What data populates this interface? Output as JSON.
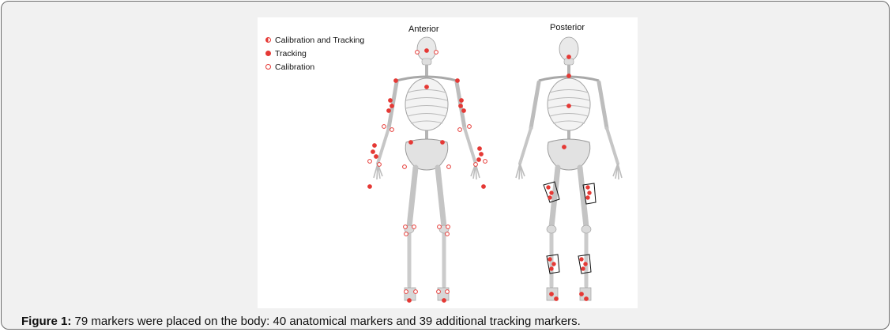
{
  "figure": {
    "panel_left_title": "Anterior",
    "panel_right_title": "Posterior",
    "legend": [
      {
        "label": "Calibration and Tracking",
        "marker": "half-filled"
      },
      {
        "label": "Tracking",
        "marker": "filled"
      },
      {
        "label": "Calibration",
        "marker": "hollow"
      }
    ],
    "marker_color": "#e53935"
  },
  "caption": {
    "label": "Figure 1:",
    "text": " 79 markers were placed on the body: 40 anatomical markers and 39 additional tracking markers."
  }
}
